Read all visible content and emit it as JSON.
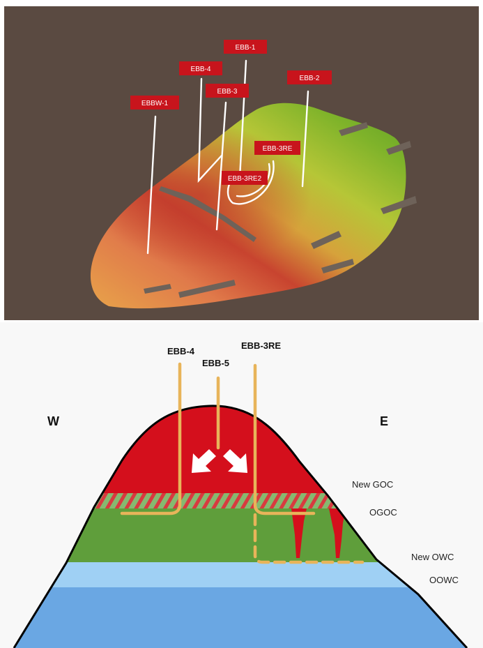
{
  "map_view": {
    "wells": [
      {
        "name": "EBB-1"
      },
      {
        "name": "EBB-4"
      },
      {
        "name": "EBB-3"
      },
      {
        "name": "EBB-2"
      },
      {
        "name": "EBBW-1"
      },
      {
        "name": "EBB-3RE"
      },
      {
        "name": "EBB-3RE2"
      }
    ],
    "colors": {
      "background": "#5a4a41",
      "tag": "#c8141c",
      "well_track": "#ffffff"
    }
  },
  "cross_section": {
    "wells": [
      {
        "name": "EBB-4"
      },
      {
        "name": "EBB-5"
      },
      {
        "name": "EBB-3RE"
      }
    ],
    "directions": {
      "west": "W",
      "east": "E"
    },
    "contacts": [
      {
        "name": "New GOC"
      },
      {
        "name": "OGOC"
      },
      {
        "name": "New OWC"
      },
      {
        "name": "OOWC"
      }
    ],
    "colors": {
      "gas_zone": "#d40f1c",
      "oil_zone": "#5f9e3b",
      "transition_water": "#9fd0f4",
      "water_zone": "#6aa7e3",
      "well_track": "#e8b45a"
    }
  }
}
